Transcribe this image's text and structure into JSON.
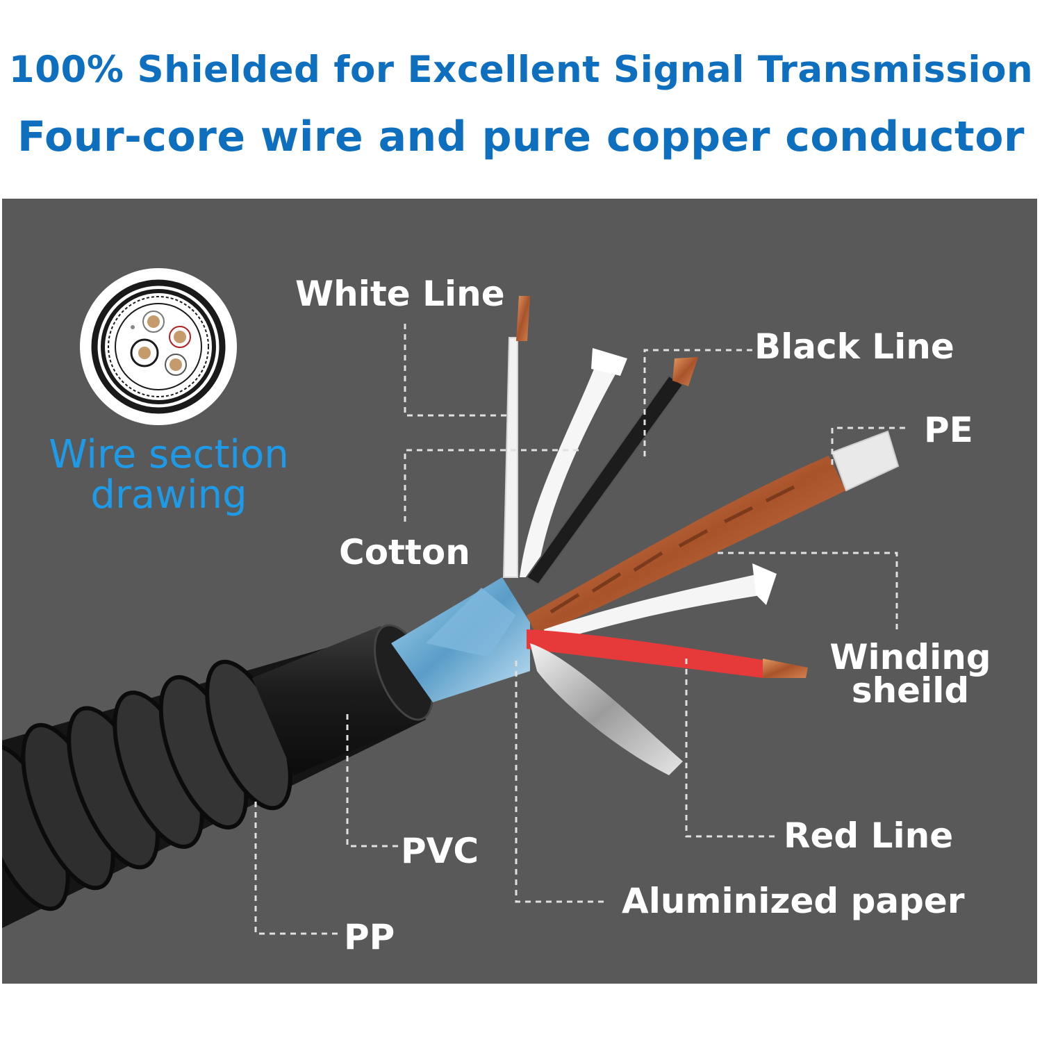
{
  "header": {
    "line1": "100% Shielded for Excellent Signal Transmission",
    "line2": "Four-core wire and pure copper conductor"
  },
  "section_drawing": {
    "caption_line1": "Wire section",
    "caption_line2": "drawing"
  },
  "labels": {
    "white_line": "White Line",
    "black_line": "Black Line",
    "pe": "PE",
    "cotton": "Cotton",
    "winding_shield_line1": "Winding",
    "winding_shield_line2": "sheild",
    "red_line": "Red Line",
    "pvc": "PVC",
    "aluminized_paper": "Aluminized paper",
    "pp": "PP"
  },
  "colors": {
    "headline": "#0f6fbf",
    "caption": "#1e9be8",
    "panel_background": "#595959",
    "label_text": "#ffffff"
  }
}
